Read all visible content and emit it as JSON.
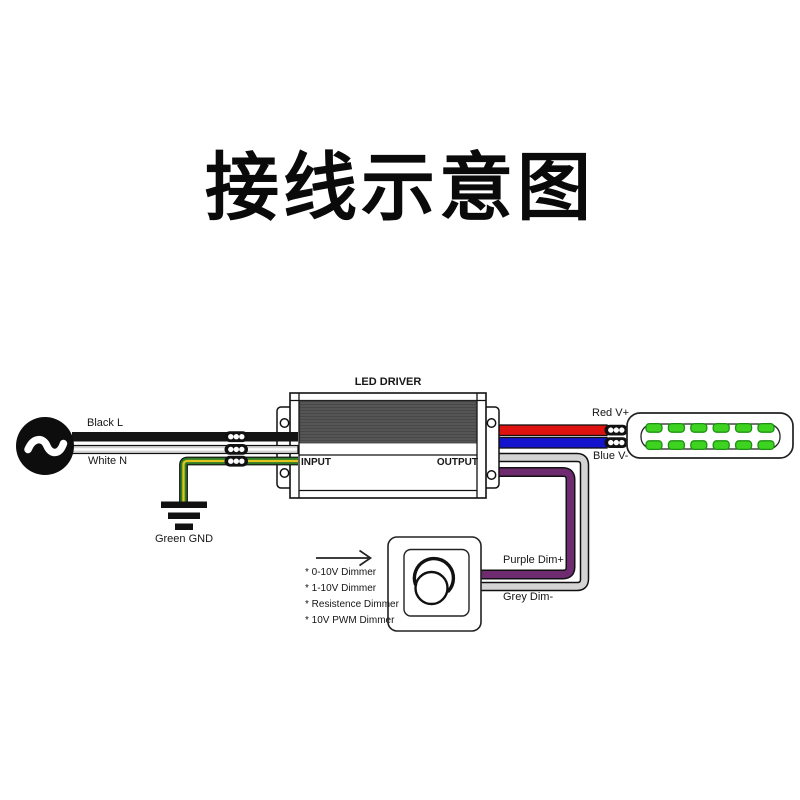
{
  "title": "接线示意图",
  "ac_source": {
    "symbol": "~"
  },
  "wires": {
    "black": {
      "label": "Black L",
      "color": "#141414"
    },
    "white": {
      "label": "White N",
      "color": "#d4d4d4"
    },
    "green": {
      "label": "Green GND",
      "color": "#2e7d26",
      "stripe": "#e0c520"
    },
    "red": {
      "label": "Red V+",
      "color": "#de1310"
    },
    "blue": {
      "label": "Blue V-",
      "color": "#1414cc"
    },
    "purple": {
      "label": "Purple Dim+",
      "color": "#6e2b70"
    },
    "grey": {
      "label": "Grey Dim-",
      "color": "#d4d4d4"
    }
  },
  "driver": {
    "title": "LED DRIVER",
    "input_label": "INPUT",
    "output_label": "OUTPUT"
  },
  "dimmer": {
    "types": [
      "* 0-10V Dimmer",
      "* 1-10V Dimmer",
      "* Resistence Dimmer",
      "* 10V PWM Dimmer"
    ]
  },
  "led_module": {
    "led_color": "#3fd321",
    "leds_per_row": 6
  }
}
